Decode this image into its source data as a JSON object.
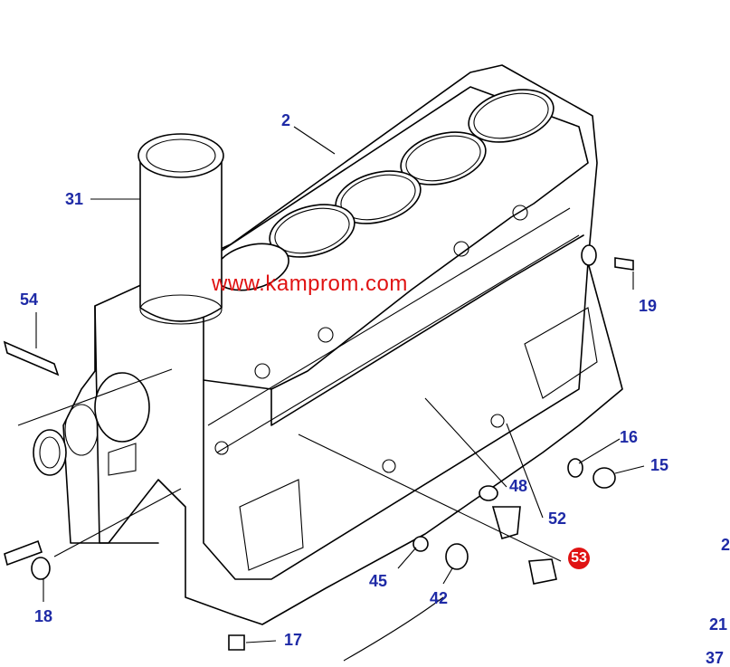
{
  "watermark": "www.kamprom.com",
  "labels": {
    "l2": "2",
    "l31": "31",
    "l54": "54",
    "l19": "19",
    "l16": "16",
    "l15": "15",
    "l48": "48",
    "l52": "52",
    "l53": "53",
    "l45": "45",
    "l42": "42",
    "l18": "18",
    "l17": "17",
    "l21": "21",
    "l37": "37",
    "l2edge": "2"
  },
  "highlight_color": "#e01313",
  "label_color": "#1e2aa6"
}
